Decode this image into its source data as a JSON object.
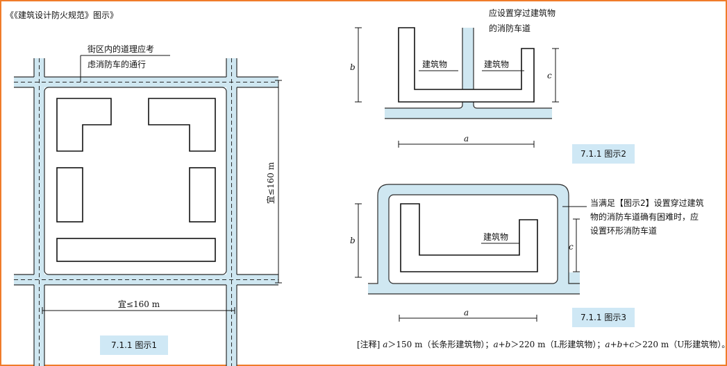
{
  "header": {
    "source_title": "《《建筑设计防火规范》图示》"
  },
  "figure1": {
    "road_label_line1": "街区内的道理应考",
    "road_label_line2": "虑消防车的通行",
    "dim_vertical": "宜≤160 m",
    "dim_horizontal": "宜≤160 m",
    "caption": "7.1.1 图示1"
  },
  "figure2": {
    "through_label_line1": "应设置穿过建筑物",
    "through_label_line2": "的消防车道",
    "building_left": "建筑物",
    "building_right": "建筑物",
    "dim_a": "a",
    "dim_b": "b",
    "dim_c": "c",
    "caption": "7.1.1 图示2"
  },
  "figure3": {
    "ring_label_line1": "当满足【图示2】设置穿过建筑",
    "ring_label_line2": "物的消防车道确有困难时，应",
    "ring_label_line3": "设置环形消防车道",
    "building": "建筑物",
    "dim_a": "a",
    "dim_b": "b",
    "dim_c": "c",
    "caption": "7.1.1 图示3"
  },
  "note": {
    "prefix": "[注释] ",
    "a1": "a",
    "t1": "＞150 m（长条形建筑物）；",
    "a2": "a+b",
    "t2": "＞220 m（L形建筑物）；",
    "a3": "a+b+c",
    "t3": "＞220 m（U形建筑物）。"
  },
  "colors": {
    "frame": "#f07c2a",
    "road_fill": "#cfe7f1",
    "caption_bg": "#cfe8f5"
  }
}
